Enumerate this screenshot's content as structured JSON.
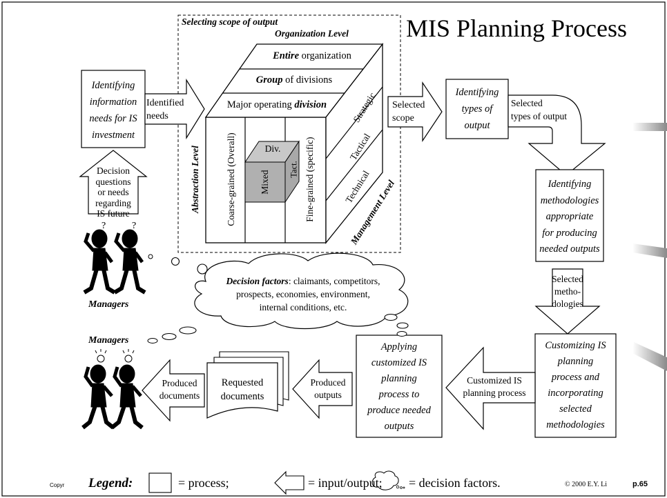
{
  "title": "MIS Planning Process",
  "scope_box": {
    "header": "Selecting scope of output",
    "org_level": "Organization Level",
    "entire_bold": "Entire",
    "entire_rest": " organization",
    "group_bold": "Group",
    "group_rest": " of divisions",
    "major_rest": "Major operating ",
    "major_bold": "division",
    "strategic": "Strategic",
    "tactical": "Tactical",
    "technical": "Technical",
    "management_level": "Management Level",
    "abstraction_level": "Abstraction Level",
    "coarse": "Coarse-grained (Overall)",
    "fine": "Fine-grained (specific)",
    "mixed": "Mixed",
    "div": "Div.",
    "tact": "Tact."
  },
  "nodes": {
    "identify_needs": [
      "Identifying",
      "information",
      "needs for IS",
      "investment"
    ],
    "identified_needs": [
      "Identified",
      "needs"
    ],
    "decision_questions": [
      "Decision",
      "questions",
      "or needs",
      "regarding",
      "IS future"
    ],
    "selected_scope": [
      "Selected",
      "scope"
    ],
    "identify_types": [
      "Identifying",
      "types of",
      "output"
    ],
    "selected_types": [
      "Selected",
      "types of output"
    ],
    "identify_methods": [
      "Identifying",
      "methodologies",
      "appropriate",
      "for producing",
      "needed outputs"
    ],
    "selected_methods": [
      "Selected",
      "metho-",
      "dologies"
    ],
    "customizing": [
      "Customizing  IS",
      "planning",
      "process and",
      "incorporating",
      "selected",
      "methodologies"
    ],
    "customized_io": [
      "Customized IS",
      "planning process"
    ],
    "applying": [
      "Applying",
      "customized IS",
      "planning",
      "process to",
      "produce needed",
      "outputs"
    ],
    "produced_outputs": [
      "Produced",
      "outputs"
    ],
    "requested_docs": [
      "Requested",
      "documents"
    ],
    "produced_docs": [
      "Produced",
      "documents"
    ]
  },
  "decision_factors": {
    "bold": "Decision factors",
    "line1_rest": ":  claimants, competitors,",
    "line2": "prospects, economies, environment,",
    "line3": "internal conditions, etc."
  },
  "managers_top": "Managers",
  "managers_bottom": "Managers",
  "legend": {
    "label": "Legend:",
    "process": "= process;",
    "io": "= input/output;",
    "factors": "= decision factors."
  },
  "footer": {
    "copyright_left": "Copyr",
    "copyright_right": "© 2000 E.Y. Li",
    "page": "p.65"
  },
  "colors": {
    "stroke": "#000000",
    "mixed_fill": "#b0b0b0",
    "background": "#ffffff"
  }
}
